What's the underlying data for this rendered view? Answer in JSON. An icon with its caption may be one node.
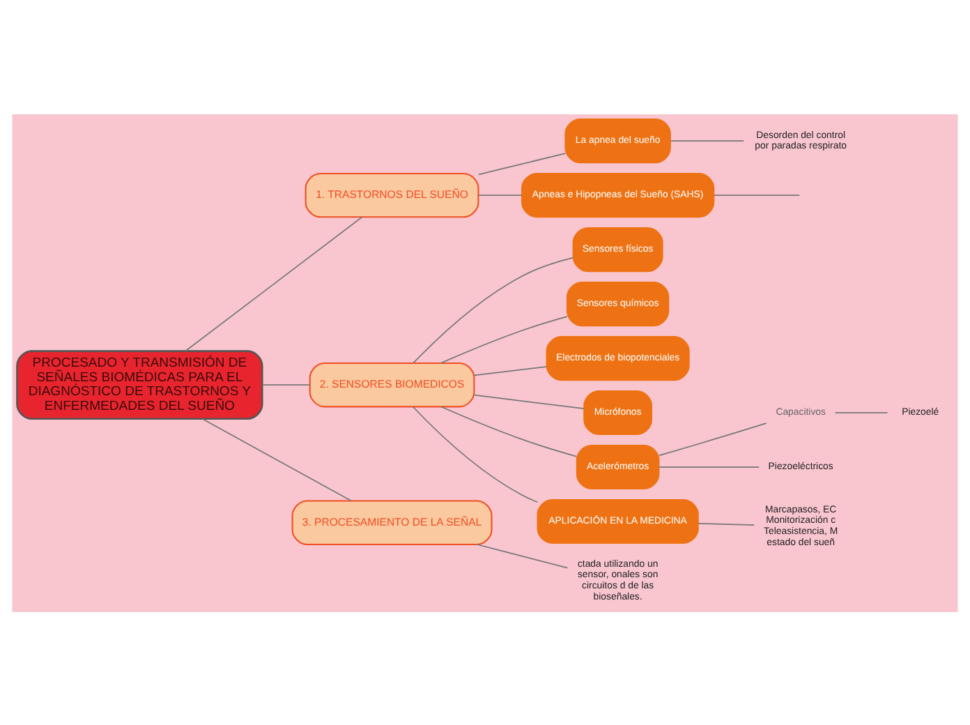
{
  "diagram": {
    "nodes": [
      {
        "text": [
          "PROCESADO Y TRANSMISIÓN DE SEÑALES BIOMÉDICAS PARA EL DIAGNÓSTICO DE TRASTORNOS Y ENFERMEDADES DEL SUEÑO"
        ]
      },
      {
        "text": [
          "1. TRASTORNOS DEL SUEÑO"
        ]
      },
      {
        "text": [
          "La apnea del sueño"
        ]
      },
      {
        "text": [
          "Desorden del control por paradas respirato"
        ]
      },
      {
        "text": [
          "Apneas e Hipopneas del Sueño (SAHS)"
        ]
      },
      {
        "text": [
          "2. SENSORES BIOMEDICOS"
        ]
      },
      {
        "text": [
          "Sensores físicos"
        ]
      },
      {
        "text": [
          "Sensores químicos"
        ]
      },
      {
        "text": [
          "Electrodos de biopotenciales"
        ]
      },
      {
        "text": [
          "Micrófonos"
        ]
      },
      {
        "text": [
          "Acelerómetros"
        ]
      },
      {
        "text": [
          "Capacitivos"
        ]
      },
      {
        "text": [
          "Piezoelé"
        ]
      },
      {
        "text": [
          "Piezoeléctricos"
        ]
      },
      {
        "text": [
          "APLICACIÓN EN LA MEDICINA"
        ]
      },
      {
        "text": [
          "Marcapasos, EC Monitorización c Teleasistencia, M estado del sueñ"
        ]
      },
      {
        "text": [
          "3. PROCESAMIENTO DE LA SEÑAL"
        ]
      },
      {
        "text": [
          "ctada utilizando un sensor, onales son circuitos d de las bioseñales."
        ]
      }
    ],
    "edges": [
      {
        "from": 0,
        "to": 1,
        "arrow": "none"
      },
      {
        "from": 1,
        "to": 2,
        "arrow": "none"
      },
      {
        "from": 2,
        "to": 3,
        "arrow": "none"
      },
      {
        "from": 1,
        "to": 4,
        "arrow": "none"
      },
      {
        "from": 4,
        "to": null,
        "arrow": "none"
      },
      {
        "from": 0,
        "to": 5,
        "arrow": "none"
      },
      {
        "from": 5,
        "to": 6,
        "arrow": "none"
      },
      {
        "from": 5,
        "to": 7,
        "arrow": "none"
      },
      {
        "from": 5,
        "to": 8,
        "arrow": "none"
      },
      {
        "from": 5,
        "to": 9,
        "arrow": "none"
      },
      {
        "from": 5,
        "to": 10,
        "arrow": "none"
      },
      {
        "from": 10,
        "to": 11,
        "arrow": "none"
      },
      {
        "from": 11,
        "to": 12,
        "arrow": "none"
      },
      {
        "from": 10,
        "to": 13,
        "arrow": "none"
      },
      {
        "from": 5,
        "to": 14,
        "arrow": "none"
      },
      {
        "from": 14,
        "to": 15,
        "arrow": "none"
      },
      {
        "from": 0,
        "to": 16,
        "arrow": "none"
      },
      {
        "from": 16,
        "to": 17,
        "arrow": "none"
      }
    ]
  }
}
